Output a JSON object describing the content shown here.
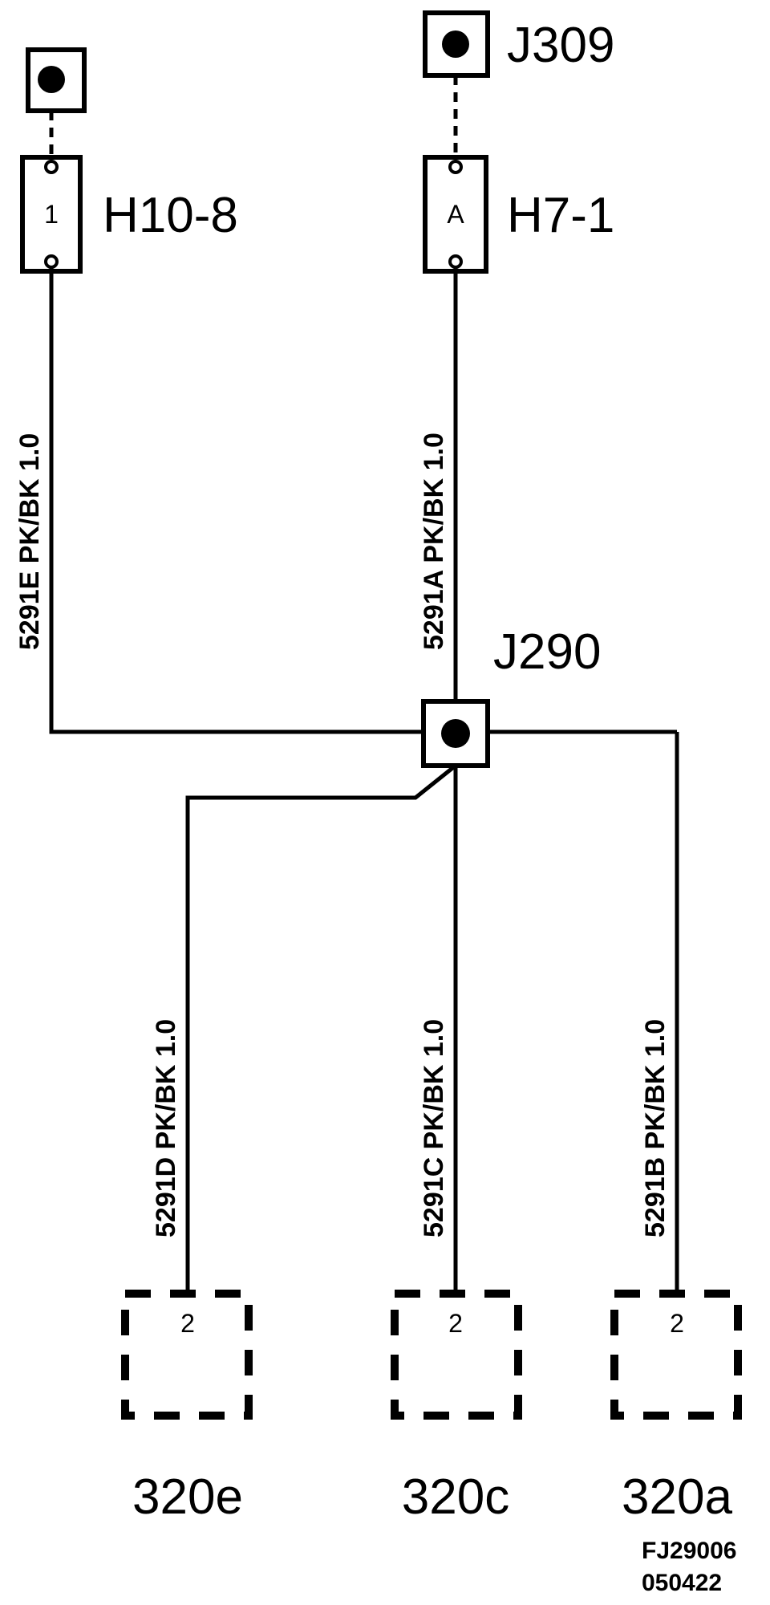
{
  "terminals": {
    "left_top": {
      "name": ""
    },
    "j309": {
      "name": "J309"
    }
  },
  "connectors": {
    "h10_8": {
      "name": "H10-8",
      "pin": "1"
    },
    "h7_1": {
      "name": "H7-1",
      "pin": "A"
    }
  },
  "splice": {
    "name": "J290"
  },
  "wires": {
    "w5291e": "5291E  PK/BK  1.0",
    "w5291a": "5291A  PK/BK  1.0",
    "w5291d": "5291D  PK/BK  1.0",
    "w5291c": "5291C  PK/BK  1.0",
    "w5291b": "5291B  PK/BK  1.0"
  },
  "components": {
    "c320e": {
      "name": "320e",
      "pin": "2"
    },
    "c320c": {
      "name": "320c",
      "pin": "2"
    },
    "c320a": {
      "name": "320a",
      "pin": "2"
    }
  },
  "figure_code": {
    "line1": "FJ29006",
    "line2": "050422"
  }
}
